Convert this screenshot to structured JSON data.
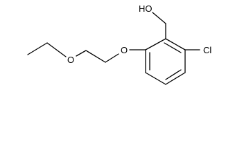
{
  "molecule": {
    "atoms": {
      "hydroxyl": "HO",
      "ether_oxygen_1": "O",
      "ether_oxygen_2": "O",
      "chlorine": "Cl"
    }
  },
  "colors": {
    "bond": "#000000",
    "label": "#000000",
    "background": "#ffffff"
  }
}
